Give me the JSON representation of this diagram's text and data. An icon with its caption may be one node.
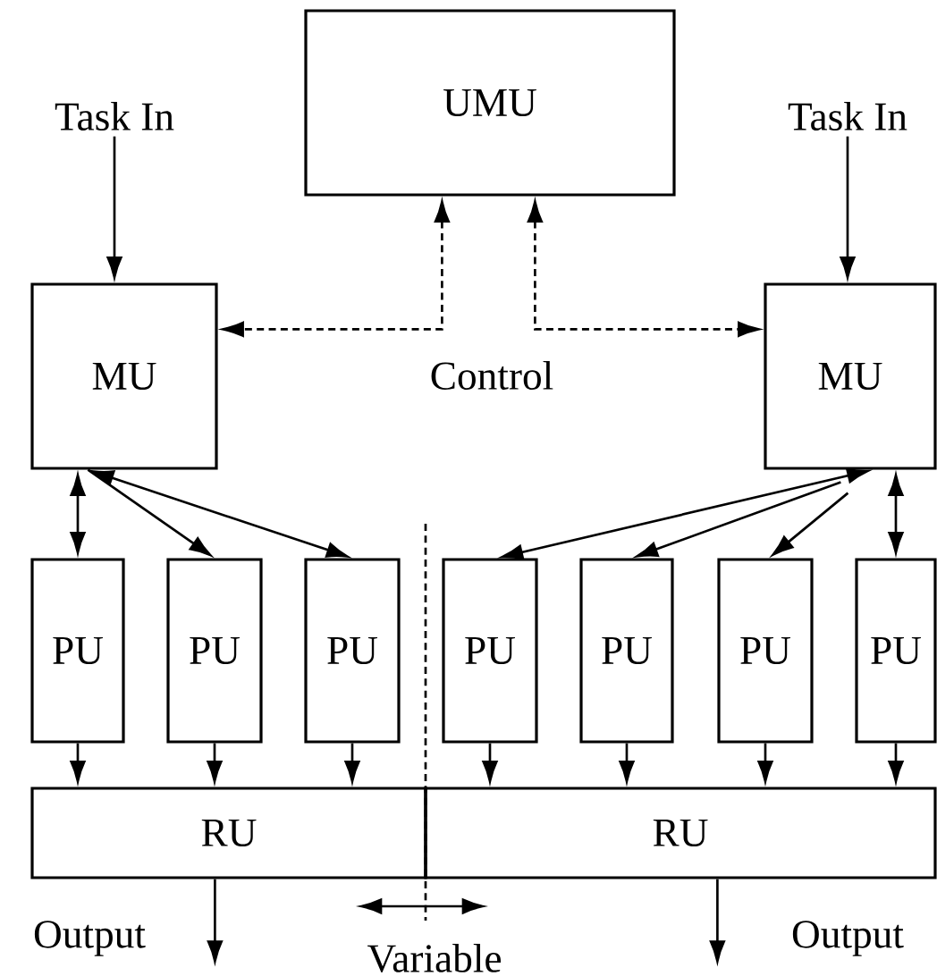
{
  "diagram": {
    "nodes": [
      {
        "text": [
          "UMU"
        ]
      },
      {
        "text": [
          "Task In"
        ]
      },
      {
        "text": [
          "Task In"
        ]
      },
      {
        "text": [
          "MU"
        ]
      },
      {
        "text": [
          "MU"
        ]
      },
      {
        "text": [
          "PU"
        ]
      },
      {
        "text": [
          "PU"
        ]
      },
      {
        "text": [
          "PU"
        ]
      },
      {
        "text": [
          "PU"
        ]
      },
      {
        "text": [
          "PU"
        ]
      },
      {
        "text": [
          "PU"
        ]
      },
      {
        "text": [
          "PU"
        ]
      },
      {
        "text": [
          "RU"
        ]
      },
      {
        "text": [
          "RU"
        ]
      }
    ],
    "edges": [
      {
        "from": 1,
        "to": 3,
        "arrow": "to"
      },
      {
        "from": 2,
        "to": 4,
        "arrow": "to"
      },
      {
        "from": 0,
        "to": 3,
        "arrow": "both",
        "style": "dashed"
      },
      {
        "from": 0,
        "to": 4,
        "arrow": "both",
        "style": "dashed"
      },
      {
        "from": 3,
        "to": 5,
        "arrow": "both"
      },
      {
        "from": 3,
        "to": 6,
        "arrow": "to"
      },
      {
        "from": 3,
        "to": 7,
        "arrow": "both"
      },
      {
        "from": 4,
        "to": 8,
        "arrow": "both"
      },
      {
        "from": 4,
        "to": 9,
        "arrow": "to"
      },
      {
        "from": 4,
        "to": 10,
        "arrow": "to"
      },
      {
        "from": 4,
        "to": 11,
        "arrow": "both"
      },
      {
        "from": 5,
        "to": 12,
        "arrow": "to"
      },
      {
        "from": 6,
        "to": 12,
        "arrow": "to"
      },
      {
        "from": 7,
        "to": 12,
        "arrow": "to"
      },
      {
        "from": 8,
        "to": 13,
        "arrow": "to"
      },
      {
        "from": 9,
        "to": 13,
        "arrow": "to"
      },
      {
        "from": 10,
        "to": 13,
        "arrow": "to"
      },
      {
        "from": 11,
        "to": 13,
        "arrow": "to"
      },
      {
        "from": 12,
        "to": null,
        "arrow": "to"
      },
      {
        "from": 13,
        "to": null,
        "arrow": "to"
      }
    ],
    "labels": [
      "Control",
      "Output",
      "Output",
      "Variable"
    ]
  }
}
